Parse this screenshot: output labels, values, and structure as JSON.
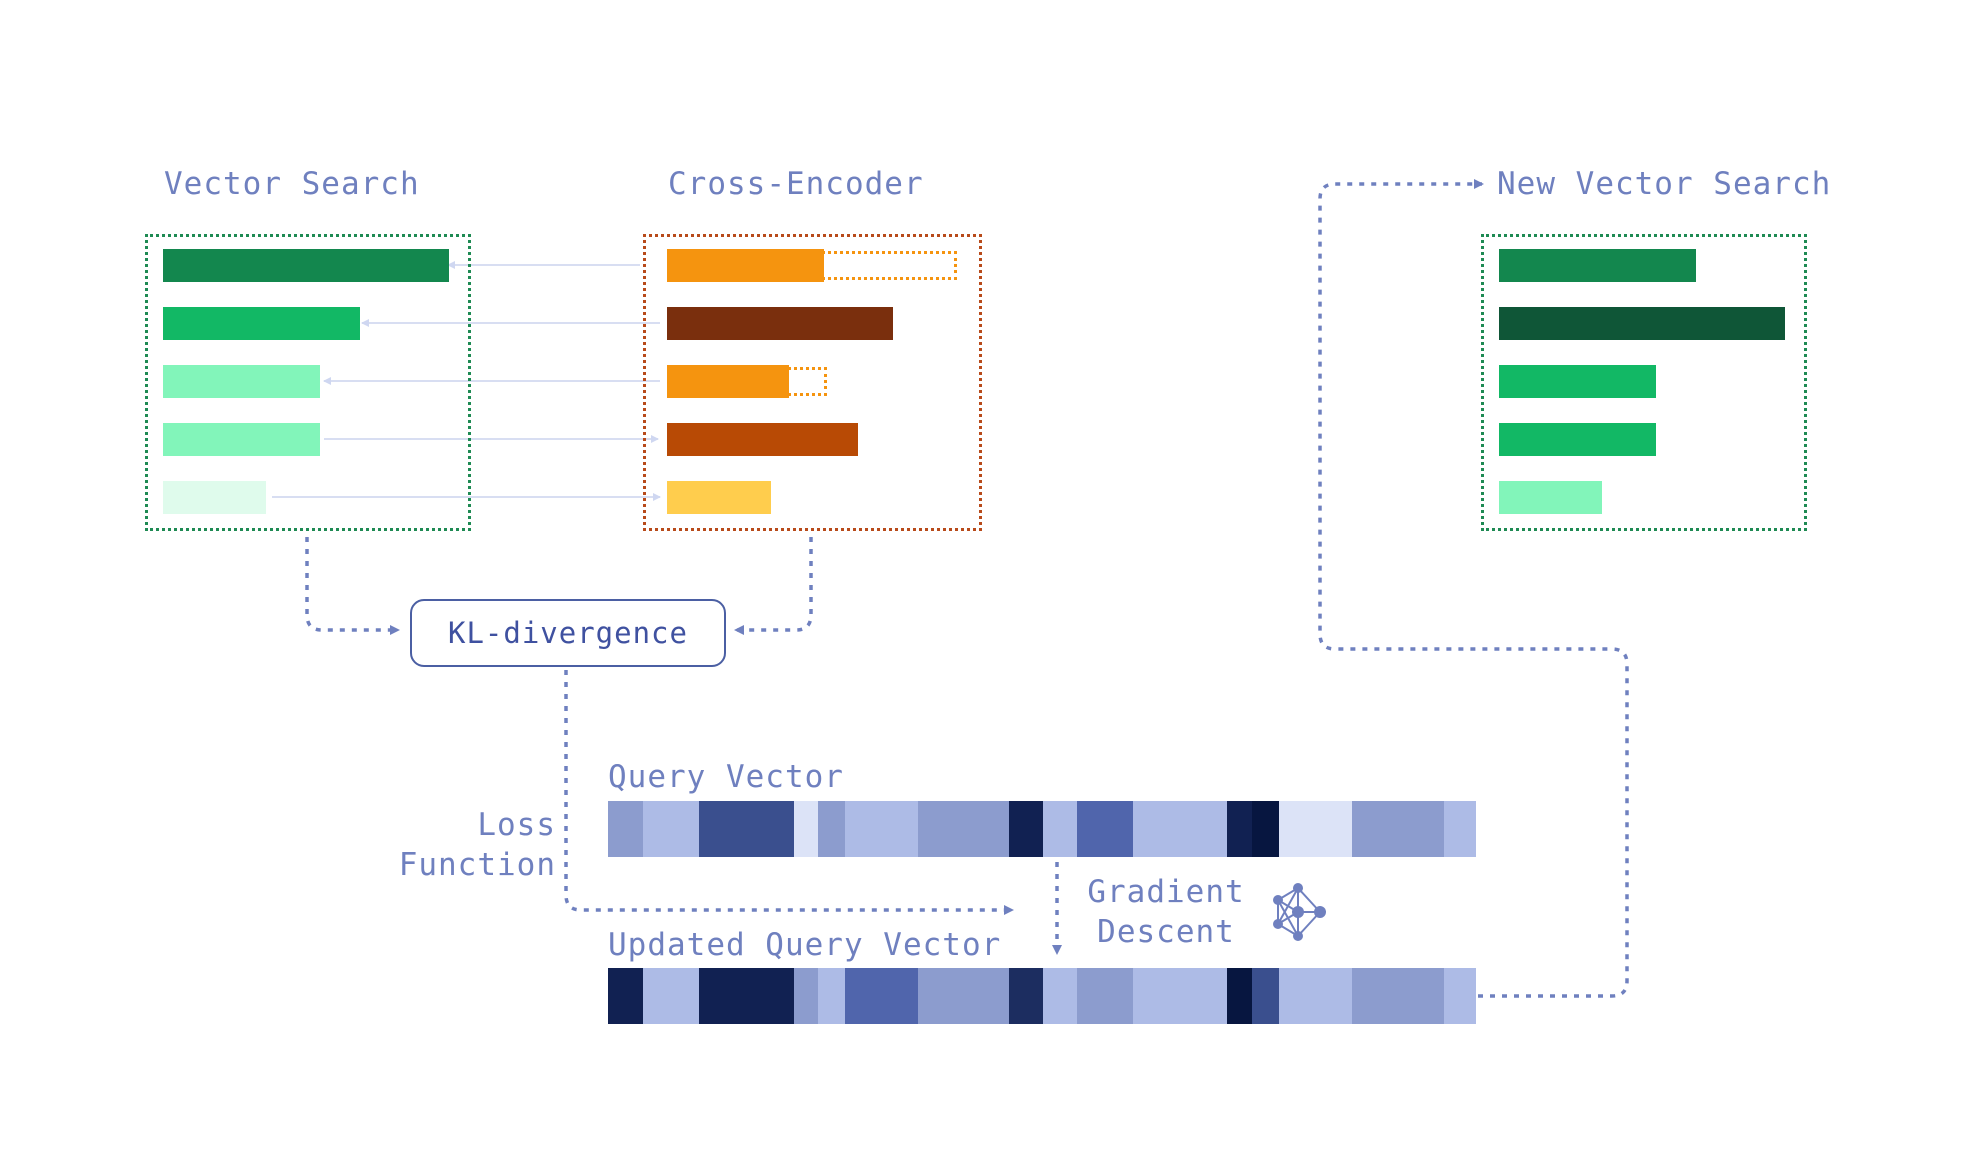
{
  "labels": {
    "vector_search": "Vector Search",
    "cross_encoder": "Cross-Encoder",
    "new_vector_search": "New Vector Search",
    "kl_divergence": "KL-divergence",
    "query_vector": "Query Vector",
    "updated_query_vector": "Updated Query Vector",
    "loss_line1": "Loss",
    "loss_line2": "Function",
    "gradient_line1": "Gradient",
    "gradient_line2": "Descent"
  },
  "colors": {
    "label": "#6f80bf",
    "arrow": "#6f80bf",
    "green_box_border": "#1e8a53",
    "orange_box_border": "#b84a1a",
    "connector": "#d8def2"
  },
  "icons": {
    "gradient": "neural-network-icon"
  },
  "vector_search_bars": [
    {
      "value": 1.0,
      "color": "#13874e"
    },
    {
      "value": 0.69,
      "color": "#12b865"
    },
    {
      "value": 0.55,
      "color": "#82f5ba"
    },
    {
      "value": 0.55,
      "color": "#82f5ba"
    },
    {
      "value": 0.36,
      "color": "#dffbec"
    }
  ],
  "cross_encoder_bars": [
    {
      "value": 0.54,
      "ghost": 1.0,
      "color": "#f5940f"
    },
    {
      "value": 0.78,
      "ghost": 0,
      "color": "#7a2f0d"
    },
    {
      "value": 0.42,
      "ghost": 0.55,
      "color": "#f5940f"
    },
    {
      "value": 0.66,
      "ghost": 0,
      "color": "#b84a05"
    },
    {
      "value": 0.36,
      "ghost": 0,
      "color": "#ffcd4d"
    }
  ],
  "new_vector_search_bars": [
    {
      "value": 0.69,
      "color": "#13874e"
    },
    {
      "value": 1.0,
      "color": "#0f5637"
    },
    {
      "value": 0.55,
      "color": "#12b865"
    },
    {
      "value": 0.55,
      "color": "#12b865"
    },
    {
      "value": 0.36,
      "color": "#82f5ba"
    }
  ],
  "query_vector_cells": [
    {
      "w": 35,
      "c": "#8c9cce"
    },
    {
      "w": 56,
      "c": "#adbbe6"
    },
    {
      "w": 95,
      "c": "#3a4f8e"
    },
    {
      "w": 24,
      "c": "#dce3f7"
    },
    {
      "w": 27,
      "c": "#8c9cce"
    },
    {
      "w": 73,
      "c": "#adbbe6"
    },
    {
      "w": 91,
      "c": "#8c9cce"
    },
    {
      "w": 34,
      "c": "#112152"
    },
    {
      "w": 34,
      "c": "#adbbe6"
    },
    {
      "w": 56,
      "c": "#5065ac"
    },
    {
      "w": 94,
      "c": "#adbbe6"
    },
    {
      "w": 25,
      "c": "#112152"
    },
    {
      "w": 27,
      "c": "#071640"
    },
    {
      "w": 73,
      "c": "#dce3f7"
    },
    {
      "w": 92,
      "c": "#8c9cce"
    },
    {
      "w": 32,
      "c": "#adbbe6"
    }
  ],
  "updated_vector_cells": [
    {
      "w": 35,
      "c": "#112152"
    },
    {
      "w": 56,
      "c": "#adbbe6"
    },
    {
      "w": 95,
      "c": "#112152"
    },
    {
      "w": 24,
      "c": "#8c9cce"
    },
    {
      "w": 27,
      "c": "#adbbe6"
    },
    {
      "w": 73,
      "c": "#5065ac"
    },
    {
      "w": 91,
      "c": "#8c9cce"
    },
    {
      "w": 34,
      "c": "#1c2d60"
    },
    {
      "w": 34,
      "c": "#adbbe6"
    },
    {
      "w": 56,
      "c": "#8c9cce"
    },
    {
      "w": 94,
      "c": "#adbbe6"
    },
    {
      "w": 25,
      "c": "#071640"
    },
    {
      "w": 27,
      "c": "#3a4f8e"
    },
    {
      "w": 73,
      "c": "#adbbe6"
    },
    {
      "w": 92,
      "c": "#8c9cce"
    },
    {
      "w": 32,
      "c": "#adbbe6"
    }
  ]
}
